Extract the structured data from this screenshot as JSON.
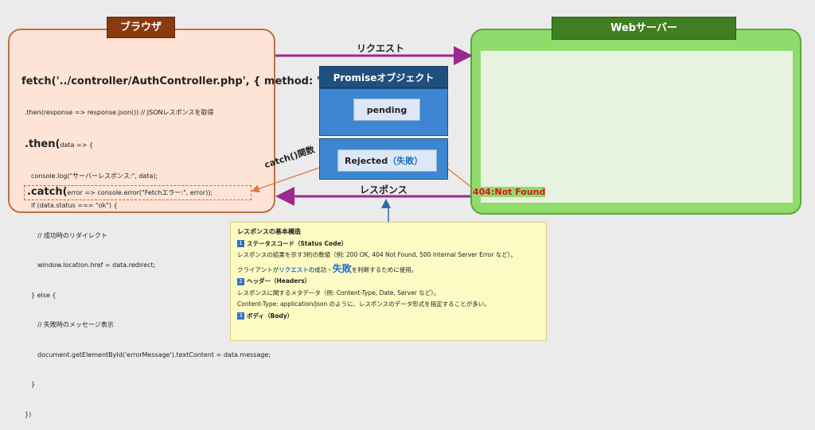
{
  "colors": {
    "request_arrow": "#9b2a8e",
    "catch_arrow": "#e07a45",
    "error": "#e0111a"
  },
  "browser": {
    "title": "ブラウザ",
    "code": {
      "fetch_call": "fetch('../controller/AuthController.php', { method: 'POST' })",
      "then1": ".then(response => response.json()) // JSONレスポンスを取得",
      "then2_kw": ".then(",
      "then2_arg": "data => {",
      "l1": "console.log(\"サーバーレスポンス:\", data);",
      "l2": "if (data.status === \"ok\") {",
      "l3": "// 成功時のリダイレクト",
      "l4": "window.location.href = data.redirect;",
      "l5": "} else {",
      "l6": "// 失敗時のメッセージ表示",
      "l7": "document.getElementById('errorMessage').textContent = data.message;",
      "l8": "}",
      "l9": "})",
      "catch_kw": ".catch(",
      "catch_rest": "error => console.error(\"Fetchエラー:\", error));"
    }
  },
  "server": {
    "title": "Webサーバー"
  },
  "arrows": {
    "request": "リクエスト",
    "response": "レスポンス",
    "catch_fn": "catch()関数"
  },
  "promise": {
    "title": "Promiseオブジェクト",
    "pending": "pending",
    "rejected_en": "Rejected",
    "rejected_jp": "（失敗）"
  },
  "error_status": "404:Not Found",
  "info": {
    "title": "レスポンスの基本構造",
    "s1_num": "1",
    "s1_title": "ステータスコード（Status Code）",
    "s1_line1": "レスポンスの結果を示す3桁の数値（例: 200 OK, 404 Not Found, 500 Internal Server Error など）。",
    "s1_line2_a": "クライアントが",
    "s1_line2_b": "リクエストの",
    "s1_line2_c": "成功・",
    "s1_line2_d": "失敗",
    "s1_line2_e": "を判断するために使用。",
    "s2_num": "2",
    "s2_title": "ヘッダー（Headers）",
    "s2_line1": "レスポンスに関するメタデータ（例: Content-Type, Date, Server など）。",
    "s2_line2": "Content-Type: application/json のように、レスポンスのデータ形式を指定することが多い。",
    "s3_num": "3",
    "s3_title": "ボディ（Body）"
  }
}
